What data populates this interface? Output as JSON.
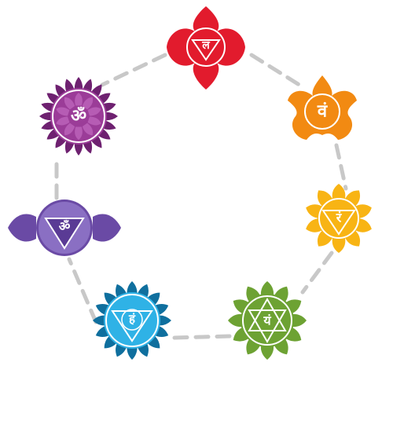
{
  "chakras": [
    {
      "id": "root",
      "syllable": "लं",
      "color": "#e21b2d",
      "dark": "#b3101f"
    },
    {
      "id": "sacral",
      "syllable": "वं",
      "color": "#f28a12",
      "dark": "#d46d00"
    },
    {
      "id": "solar-plexus",
      "syllable": "रं",
      "color": "#f8b414",
      "dark": "#e09a00"
    },
    {
      "id": "heart",
      "syllable": "यं",
      "color": "#6da233",
      "dark": "#4f7f1e"
    },
    {
      "id": "throat",
      "syllable": "हं",
      "color": "#1d8ec4",
      "dark": "#0f6f9e"
    },
    {
      "id": "third-eye",
      "syllable": "ॐ",
      "color": "#6a4aa5",
      "dark": "#4d3285"
    },
    {
      "id": "crown",
      "syllable": "ॐ",
      "color": "#9b3c98",
      "dark": "#6e2170"
    }
  ],
  "connector_color": "#c8c8c8"
}
